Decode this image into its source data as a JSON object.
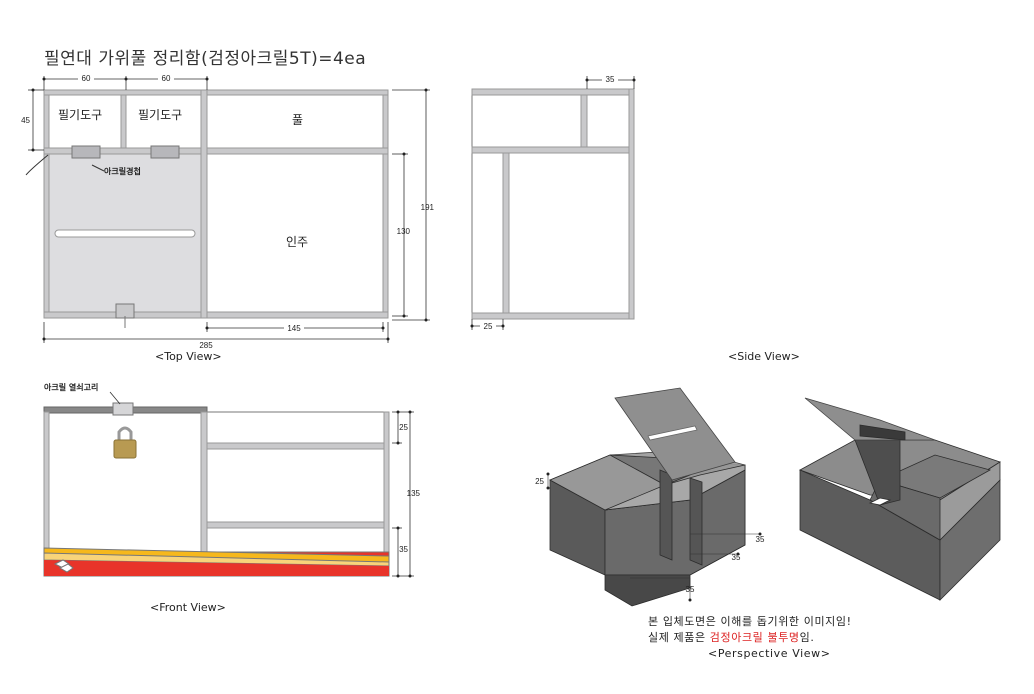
{
  "title": "필연대 가위풀 정리함(검정아크릴5T)=4ea",
  "top_view": {
    "caption": "<Top View>",
    "labels": {
      "cell1": "필기도구",
      "cell2": "필기도구",
      "cell3": "풀",
      "cell4": "인주",
      "hinge": "아크릴경첩"
    },
    "dims": {
      "w1": "60",
      "w2": "60",
      "h1": "45",
      "total_h": "191",
      "inner_h": "130",
      "right_w": "145",
      "total_w": "285"
    }
  },
  "side_view": {
    "caption": "<Side View>",
    "dims": {
      "top": "35",
      "bottom": "25"
    }
  },
  "front_view": {
    "caption": "<Front View>",
    "labels": {
      "lock": "아크릴 열쇠고리"
    },
    "dims": {
      "top": "25",
      "total": "135",
      "bottom": "35"
    }
  },
  "perspective_view": {
    "caption": "<Perspective View>",
    "dims": {
      "side": "25",
      "a": "35",
      "b": "35",
      "c": "35"
    },
    "note": {
      "line1": "본 입체도면은 이해를 돕기위한 이미지임!",
      "line2_pre": "실제 제품은 ",
      "line2_red": "검정아크릴 불투명",
      "line2_post": "임."
    }
  },
  "colors": {
    "line": "#555555",
    "lid_fill": "#dddde0",
    "acrylic_dark": "#4a4a4a",
    "brand_red": "#e8342a",
    "brand_yellow": "#f6b81c"
  }
}
